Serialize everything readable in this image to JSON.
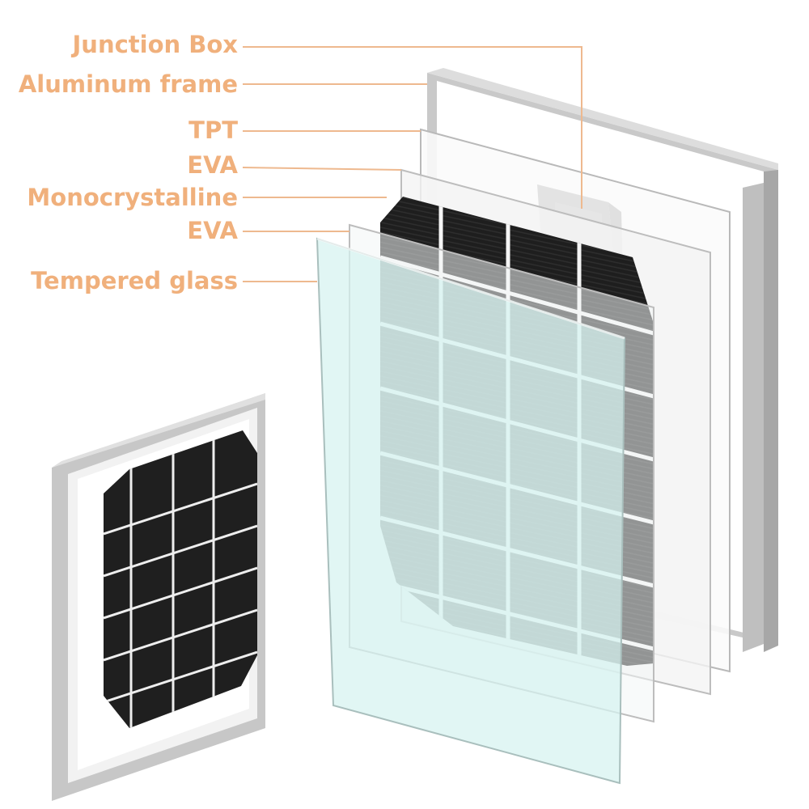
{
  "labels": {
    "junction_box": "Junction Box",
    "aluminum_frame": "Aluminum frame",
    "tpt": "TPT",
    "eva_back": "EVA",
    "monocrystalline": "Monocrystalline",
    "eva_front": "EVA",
    "tempered_glass": "Tempered glass"
  },
  "colors": {
    "label_text": "#f0b07c",
    "leader_line": "#eeb98f",
    "frame": "#cdcdcd",
    "cell": "#1c1c1c",
    "glass": "#d7f1ef"
  }
}
